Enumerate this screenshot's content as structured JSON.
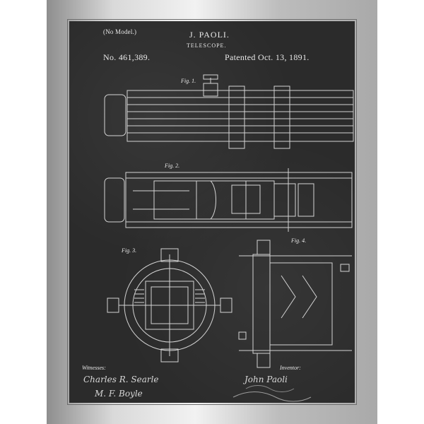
{
  "patent": {
    "model_note": "(No Model.)",
    "inventor_name": "J. PAOLI.",
    "invention": "TELESCOPE.",
    "number": "No. 461,389.",
    "patented": "Patented Oct. 13, 1891."
  },
  "figures": {
    "fig1": "Fig. 1.",
    "fig2": "Fig. 2.",
    "fig3": "Fig. 3.",
    "fig4": "Fig. 4."
  },
  "footer": {
    "witnesses_label": "Witnesses:",
    "witness_1": "Charles R. Searle",
    "witness_2": "M. F. Boyle",
    "inventor_label": "Inventor:",
    "inventor_signature": "John Paoli"
  },
  "colors": {
    "frame": "#c9c9c9",
    "board": "#2b2b2b",
    "chalk": "#e9e9e9"
  }
}
